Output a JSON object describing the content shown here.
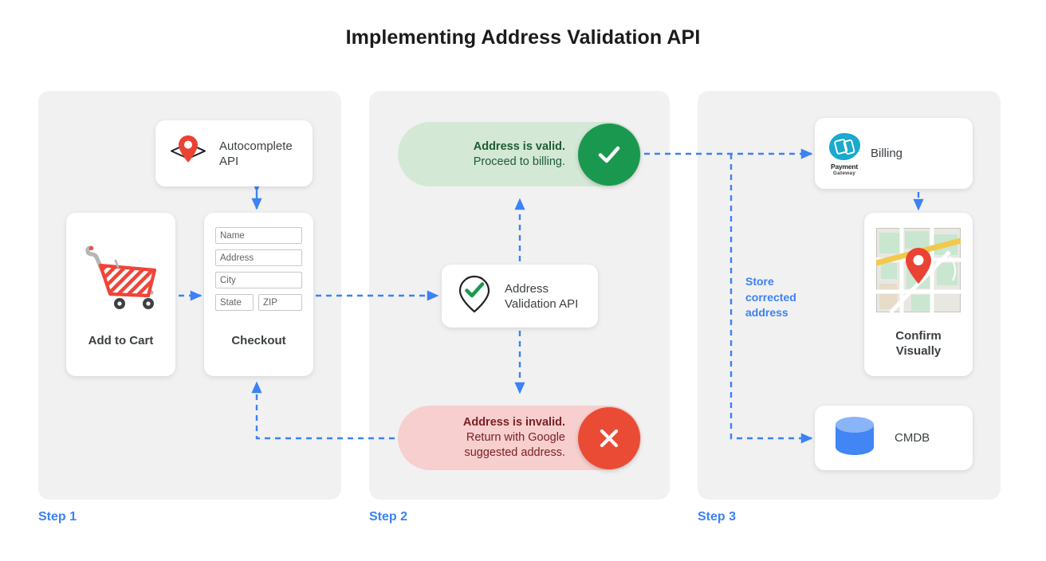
{
  "title": "Implementing Address Validation API",
  "colors": {
    "accent_blue": "#3b82f6",
    "panel_bg": "#f1f1f1",
    "valid_bg": "#d4e8d6",
    "valid_badge": "#1a9850",
    "valid_text": "#1e5c34",
    "invalid_bg": "#f7cfcf",
    "invalid_badge": "#ea4b35",
    "invalid_text": "#7a1f23",
    "pin_red": "#ea4335",
    "cmdb_blue": "#4285f4",
    "payment_teal": "#1aa9cf"
  },
  "steps": [
    {
      "label": "Step 1"
    },
    {
      "label": "Step 2"
    },
    {
      "label": "Step 3"
    }
  ],
  "step1": {
    "autocomplete": {
      "label_line1": "Autocomplete",
      "label_line2": "API",
      "icon": "map-pin-diamond-icon"
    },
    "add_to_cart": {
      "caption": "Add to Cart",
      "icon": "shopping-cart-icon"
    },
    "checkout": {
      "caption": "Checkout",
      "fields": [
        {
          "name": "name-field",
          "placeholder": "Name"
        },
        {
          "name": "address-field",
          "placeholder": "Address"
        },
        {
          "name": "city-field",
          "placeholder": "City"
        }
      ],
      "fields_row": [
        {
          "name": "state-field",
          "placeholder": "State"
        },
        {
          "name": "zip-field",
          "placeholder": "ZIP"
        }
      ]
    }
  },
  "step2": {
    "valid": {
      "line1": "Address is valid.",
      "line2": "Proceed to billing.",
      "badge_icon": "check-icon"
    },
    "invalid": {
      "line1": "Address is invalid.",
      "line2": "Return with Google",
      "line3": "suggested address.",
      "badge_icon": "close-icon"
    },
    "validation_api": {
      "label_line1": "Address",
      "label_line2": "Validation API",
      "icon": "map-pin-check-icon"
    }
  },
  "step3": {
    "billing": {
      "label": "Billing",
      "logo_name": "Payment",
      "logo_sub": "Gateway",
      "icon": "payment-gateway-logo-icon"
    },
    "confirm": {
      "caption_line1": "Confirm",
      "caption_line2": "Visually",
      "icon": "map-thumbnail-icon"
    },
    "cmdb": {
      "label": "CMDB",
      "icon": "database-icon"
    },
    "store_note": {
      "line1": "Store",
      "line2": "corrected",
      "line3": "address"
    }
  }
}
